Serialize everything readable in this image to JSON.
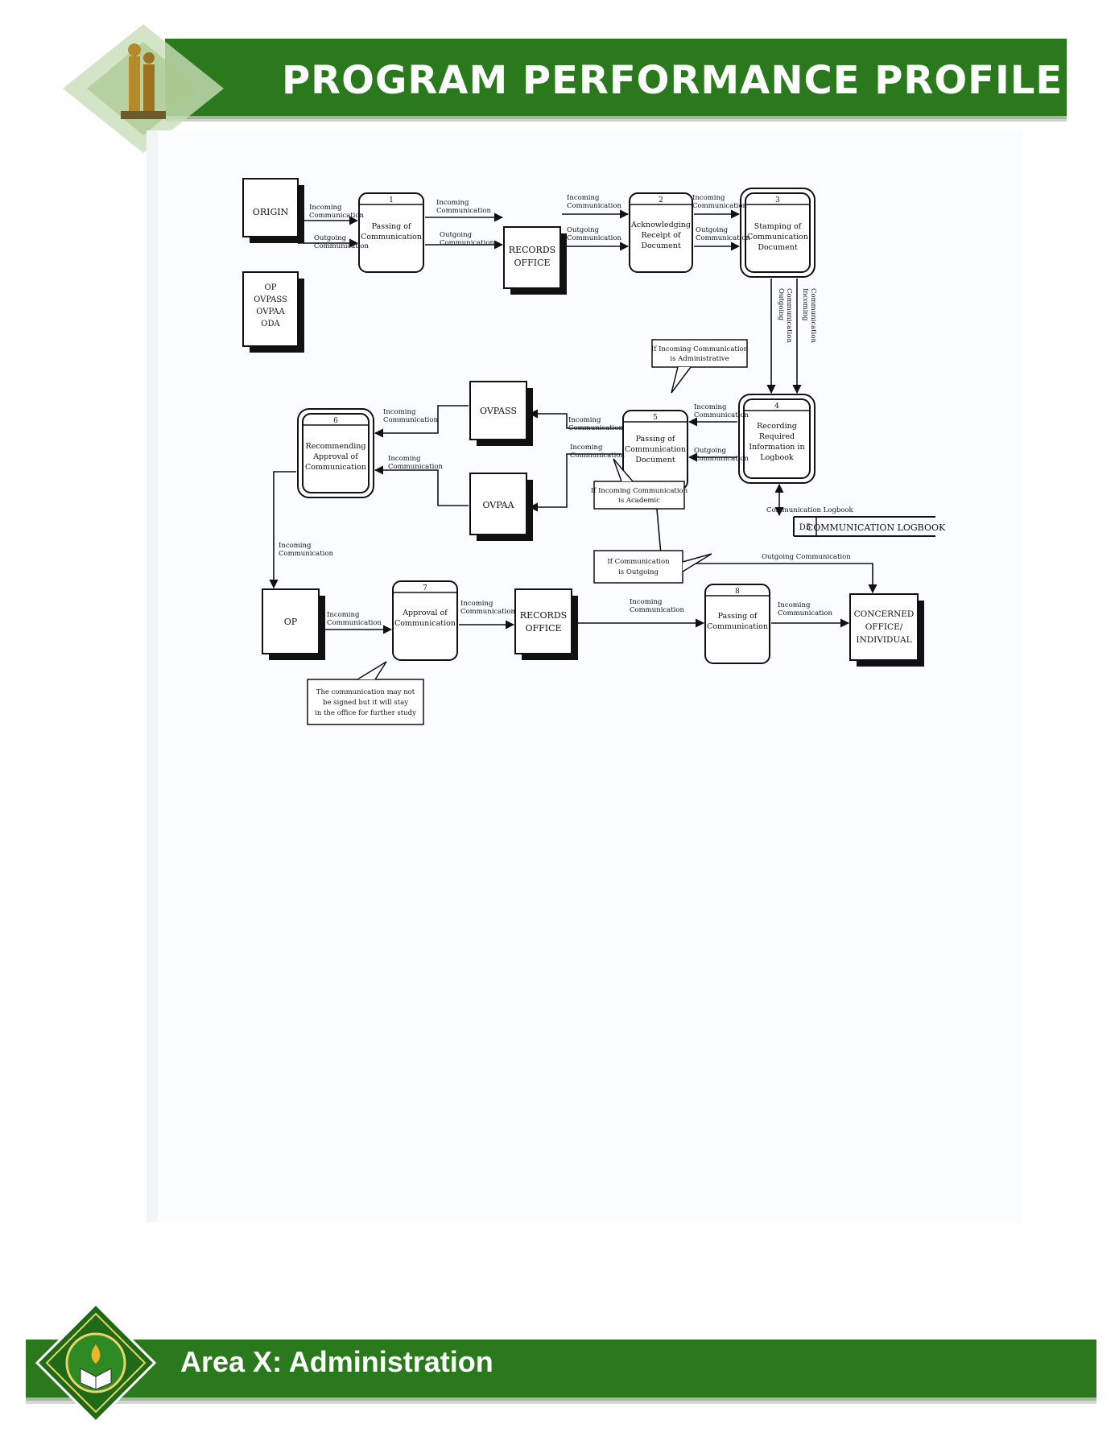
{
  "header": {
    "title": "PROGRAM PERFORMANCE PROFILE"
  },
  "footer": {
    "title": "Area X: Administration"
  },
  "diagram": {
    "entities": {
      "origin": "ORIGIN",
      "op_group": [
        "OP",
        "OVPASS",
        "OVPAA",
        "ODA"
      ],
      "records_office_1": [
        "RECORDS",
        "OFFICE"
      ],
      "ovpass": "OVPASS",
      "ovpaa": "OVPAA",
      "op": "OP",
      "records_office_2": [
        "RECORDS",
        "OFFICE"
      ],
      "concerned": [
        "CONCERNED",
        "OFFICE/",
        "INDIVIDUAL"
      ]
    },
    "processes": {
      "p1": {
        "num": "1",
        "lines": [
          "Passing of",
          "Communication"
        ]
      },
      "p2": {
        "num": "2",
        "lines": [
          "Acknowledging",
          "Receipt of",
          "Document"
        ]
      },
      "p3": {
        "num": "3",
        "lines": [
          "Stamping of",
          "Communication",
          "Document"
        ]
      },
      "p4": {
        "num": "4",
        "lines": [
          "Recording",
          "Required",
          "Information in",
          "Logbook"
        ]
      },
      "p5": {
        "num": "5",
        "lines": [
          "Passing of",
          "Communication",
          "Document"
        ]
      },
      "p6": {
        "num": "6",
        "lines": [
          "Recommending",
          "Approval of",
          "Communication"
        ]
      },
      "p7": {
        "num": "7",
        "lines": [
          "Approval of",
          "Communication"
        ]
      },
      "p8": {
        "num": "8",
        "lines": [
          "Passing of",
          "Communication"
        ]
      }
    },
    "datastore": {
      "id": "D5",
      "name": "COMMUNICATION LOGBOOK"
    },
    "flows": {
      "incoming": [
        "Incoming",
        "Communication"
      ],
      "outgoing": [
        "Outgoing",
        "Communication"
      ],
      "logbook": "Communication Logbook",
      "outgoing_single": "Outgoing Communication"
    },
    "notes": {
      "administrative": [
        "If Incoming Communication",
        "is Administrative"
      ],
      "academic": [
        "If Incoming Communication",
        "is Academic"
      ],
      "outgoing": [
        "If Communication",
        "is Outgoing"
      ],
      "stay": [
        "The communication may not",
        "be signed but it will stay",
        "in the office for further study"
      ]
    }
  }
}
